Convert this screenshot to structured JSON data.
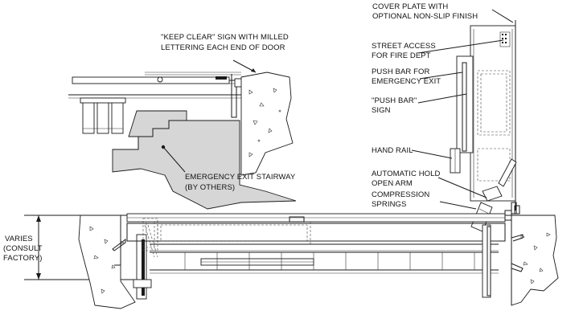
{
  "callouts": {
    "keep_clear_1": "\"KEEP CLEAR\" SIGN WITH MILLED",
    "keep_clear_2": "LETTERING EACH END OF DOOR",
    "stairway_1": "EMERGENCY EXIT STAIRWAY",
    "stairway_2": "(BY OTHERS)",
    "cover_plate_1": "COVER PLATE WITH",
    "cover_plate_2": "OPTIONAL NON-SLIP FINISH",
    "street_access_1": "STREET ACCESS",
    "street_access_2": "FOR FIRE DEPT",
    "push_bar_1": "PUSH BAR FOR",
    "push_bar_2": "EMERGENCY EXIT",
    "push_sign_1": "\"PUSH BAR\"",
    "push_sign_2": "SIGN",
    "hand_rail": "HAND RAIL",
    "hold_open_1": "AUTOMATIC HOLD",
    "hold_open_2": "OPEN ARM",
    "springs_1": "COMPRESSION",
    "springs_2": "SPRINGS"
  },
  "dimension": {
    "line_1": "VARIES",
    "line_2": "(CONSULT",
    "line_3": "FACTORY)"
  },
  "colors": {
    "line": "#1a1a1a",
    "concrete": "#d6d6d6",
    "background": "#ffffff"
  }
}
